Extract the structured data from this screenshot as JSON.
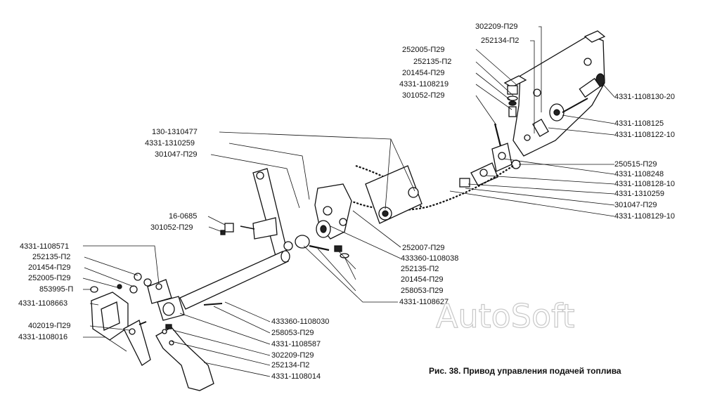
{
  "caption": "Рис. 38. Привод управления подачей топлива",
  "watermark": "AutoSoft",
  "labels": {
    "top_302209_p29": "302209-П29",
    "top_252134_p2": "252134-П2",
    "top_252005_p29": "252005-П29",
    "top_252135_p2": "252135-П2",
    "top_201454_p29": "201454-П29",
    "top_4331_1108219": "4331-1108219",
    "top_301052_p29": "301052-П29",
    "r_4331_1108130_20": "4331-1108130-20",
    "r_4331_1108125": "4331-1108125",
    "r_4331_1108122_10": "4331-1108122-10",
    "r_250515_p29": "250515-П29",
    "r_4331_1108248": "4331-1108248",
    "r_4331_1108128_10": "4331-1108128-10",
    "r_4331_1310259": "4331-1310259",
    "r_301047_p29": "301047-П29",
    "r_4331_1108129_10": "4331-1108129-10",
    "m_130_1310477": "130-1310477",
    "m_4331_1310259": "4331-1310259",
    "m_301047_p29": "301047-П29",
    "m_16_0685": "16-0685",
    "m_301052_p29": "301052-П29",
    "c_252007_p29": "252007-П29",
    "c_433360_1108038": "433360-1108038",
    "c_252135_p2": "252135-П2",
    "c_201454_p29": "201454-П29",
    "c_258053_p29": "258053-П29",
    "c_4331_1108627": "4331-1108627",
    "l_4331_1108571": "4331-1108571",
    "l_252135_p2": "252135-П2",
    "l_201454_p29": "201454-П29",
    "l_252005_p29": "252005-П29",
    "l_853995_p": "853995-П",
    "l_4331_1108663": "4331-1108663",
    "l_402019_p29": "402019-П29",
    "l_4331_1108016": "4331-1108016",
    "b_433360_1108030": "433360-1108030",
    "b_258053_p29": "258053-П29",
    "b_4331_1108587": "4331-1108587",
    "b_302209_p29": "302209-П29",
    "b_252134_p2": "252134-П2",
    "b_4331_1108014": "4331-1108014"
  }
}
